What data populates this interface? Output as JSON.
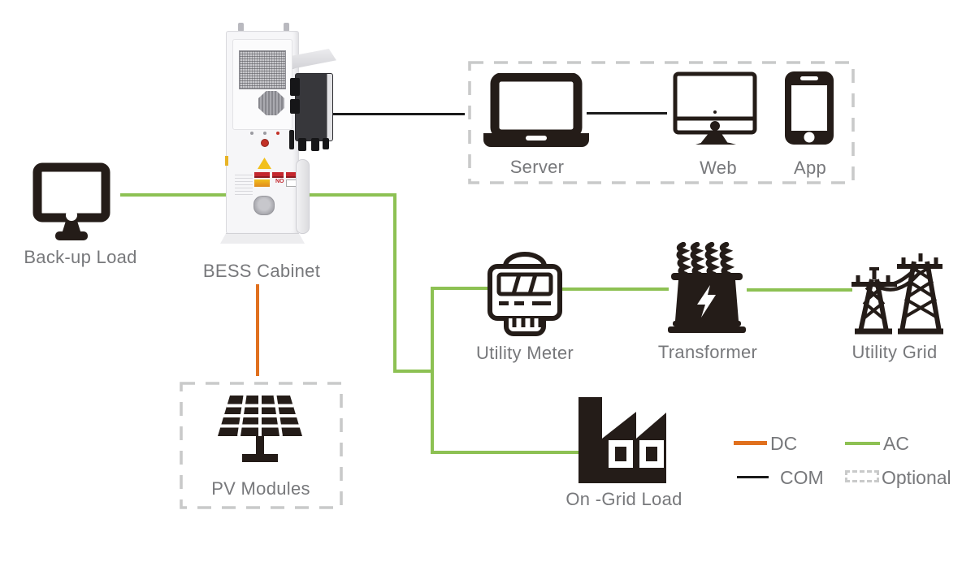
{
  "title": "BESS system diagram",
  "nodes": {
    "backup_load": {
      "label": "Back-up Load",
      "icon": "monitor-icon"
    },
    "bess_cabinet": {
      "label": "BESS Cabinet",
      "icon": "bess-cabinet-photo"
    },
    "server": {
      "label": "Server",
      "icon": "laptop-icon"
    },
    "web": {
      "label": "Web",
      "icon": "desktop-computer-icon"
    },
    "app": {
      "label": "App",
      "icon": "smartphone-icon"
    },
    "utility_meter": {
      "label": "Utility Meter",
      "icon": "electric-meter-icon"
    },
    "transformer": {
      "label": "Transformer",
      "icon": "transformer-icon"
    },
    "utility_grid": {
      "label": "Utility Grid",
      "icon": "transmission-tower-icon"
    },
    "pv_modules": {
      "label": "PV Modules",
      "icon": "solar-panel-icon"
    },
    "on_grid_load": {
      "label": "On -Grid Load",
      "icon": "factory-icon"
    }
  },
  "legend": {
    "dc": {
      "label": "DC",
      "color": "#e0701e",
      "style": "solid-line"
    },
    "ac": {
      "label": "AC",
      "color": "#8dc153",
      "style": "solid-line"
    },
    "com": {
      "label": "COM",
      "color": "#1a1a1a",
      "style": "solid-line"
    },
    "optional": {
      "label": "Optional",
      "color": "#c9caca",
      "style": "dashed-box"
    }
  },
  "connections": [
    {
      "from": "BESS Cabinet",
      "to": "Back-up Load",
      "type": "AC"
    },
    {
      "from": "BESS Cabinet",
      "to": "Server / Web / App",
      "type": "COM"
    },
    {
      "from": "Server",
      "to": "Web",
      "type": "COM"
    },
    {
      "from": "BESS Cabinet",
      "to": "PV Modules",
      "type": "DC"
    },
    {
      "from": "BESS Cabinet",
      "to": "Utility Meter",
      "type": "AC"
    },
    {
      "from": "BESS Cabinet",
      "to": "On -Grid Load",
      "type": "AC"
    },
    {
      "from": "Utility Meter",
      "to": "Transformer",
      "type": "AC"
    },
    {
      "from": "Transformer",
      "to": "Utility Grid",
      "type": "AC"
    }
  ],
  "optional_groups": [
    [
      "Server",
      "Web",
      "App"
    ],
    [
      "PV Modules"
    ]
  ],
  "colors": {
    "icon_black": "#241c18",
    "text_gray": "#77787b",
    "dashed_gray": "#c9caca"
  }
}
